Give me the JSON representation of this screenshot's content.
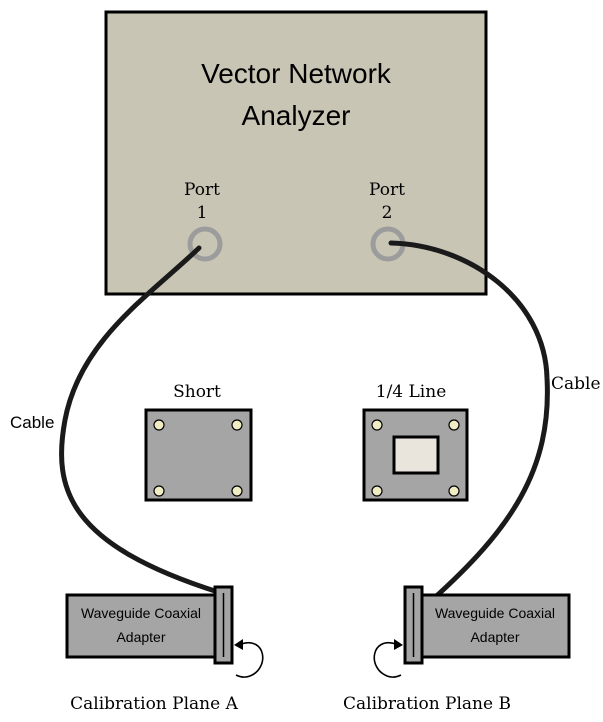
{
  "vna": {
    "title_line1": "Vector Network",
    "title_line2": "Analyzer",
    "port1": {
      "label": "Port",
      "number": "1"
    },
    "port2": {
      "label": "Port",
      "number": "2"
    }
  },
  "cables": {
    "left_label": "Cable",
    "right_label": "Cable"
  },
  "standards": {
    "short_label": "Short",
    "line_label": "1/4 Line"
  },
  "adapters": {
    "left": {
      "line1": "Waveguide Coaxial",
      "line2": "Adapter"
    },
    "right": {
      "line1": "Waveguide Coaxial",
      "line2": "Adapter"
    }
  },
  "planes": {
    "a_label": "Calibration Plane A",
    "b_label": "Calibration Plane B"
  },
  "colors": {
    "vna_fill": "#c9c5b5",
    "block_fill": "#a5a5a5",
    "port_ring": "#9c9c9c",
    "screw_fill": "#f0ecc4",
    "window_fill": "#e9e5dc",
    "cable": "#1a1a1a"
  }
}
